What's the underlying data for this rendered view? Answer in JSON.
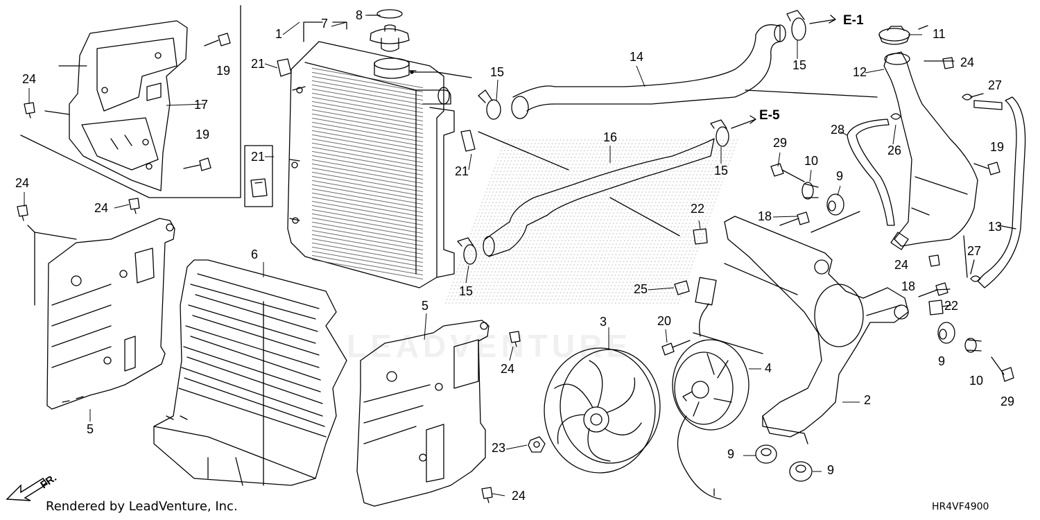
{
  "callouts": {
    "c1": "1",
    "c7": "7",
    "c8": "8",
    "c21a": "21",
    "c21b": "21",
    "c21c": "21",
    "c15a": "15",
    "c15b": "15",
    "c15c": "15",
    "c15d": "15",
    "c14": "14",
    "c16": "16",
    "c11": "11",
    "c12": "12",
    "c24a": "24",
    "c27a": "27",
    "c28": "28",
    "c26": "26",
    "c19a": "19",
    "c19b": "19",
    "c19c": "19",
    "c17": "17",
    "c24b": "24",
    "c24c": "24",
    "c24d": "24",
    "c24e": "24",
    "c24f": "24",
    "c24g": "24",
    "c29a": "29",
    "c10a": "10",
    "c9a": "9",
    "c22a": "22",
    "c18a": "18",
    "c13": "13",
    "c27b": "27",
    "c18b": "18",
    "c22b": "22",
    "c9b": "9",
    "c10b": "10",
    "c29b": "29",
    "c6": "6",
    "c5a": "5",
    "c5b": "5",
    "c3": "3",
    "c20": "20",
    "c25": "25",
    "c4": "4",
    "c2": "2",
    "c23": "23",
    "c9c": "9",
    "c9d": "9"
  },
  "refs": {
    "e1": "E-1",
    "e5": "E-5"
  },
  "footer": {
    "rendered_by": "Rendered by LeadVenture, Inc.",
    "diagram_code": "HR4VF4900",
    "front_label": "FR."
  },
  "watermark": "LEADVENTURE",
  "colors": {
    "line": "#000000",
    "hatch": "#555555",
    "watermark": "#e8e8e8"
  }
}
